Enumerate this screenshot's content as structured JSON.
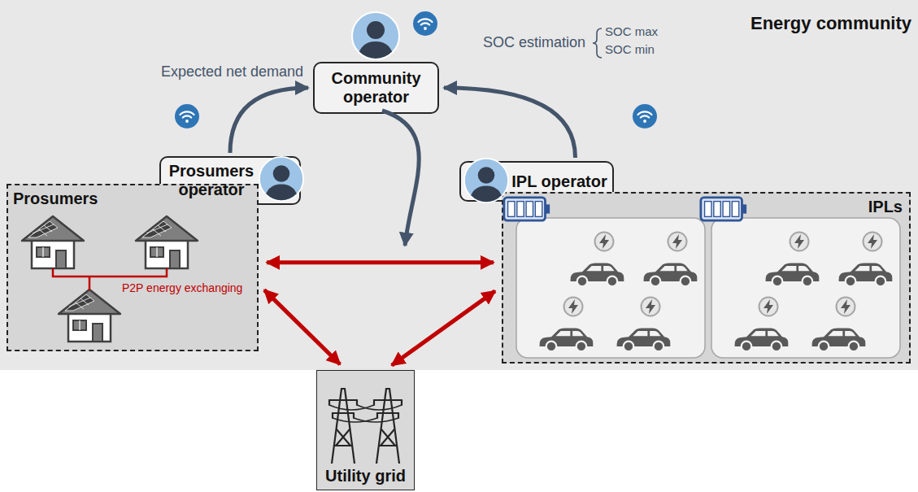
{
  "diagram": {
    "nodes": [
      {
        "text": [
          "Energy community"
        ]
      },
      {
        "text": [
          "Community operator"
        ],
        "in": 0
      },
      {
        "text": [
          "Prosumers operator"
        ],
        "in": 0
      },
      {
        "text": [
          "IPL operator"
        ],
        "in": 0
      },
      {
        "text": [
          "Prosumers"
        ],
        "in": 0
      },
      {
        "text": [
          "IPLs"
        ],
        "in": 0
      },
      {
        "text": [
          "Utility grid"
        ]
      }
    ],
    "edges": [
      {
        "from": 2,
        "to": 1,
        "arrow": "to",
        "label": "Expected net demand"
      },
      {
        "from": 3,
        "to": 1,
        "arrow": "to",
        "label": "SOC estimation"
      },
      {
        "from": 4,
        "to": 5,
        "arrow": "both"
      },
      {
        "from": 4,
        "to": 6,
        "arrow": "both"
      },
      {
        "from": 5,
        "to": 6,
        "arrow": "both"
      }
    ],
    "labels": [
      "SOC max",
      "SOC min",
      "P2P energy exchanging"
    ]
  }
}
